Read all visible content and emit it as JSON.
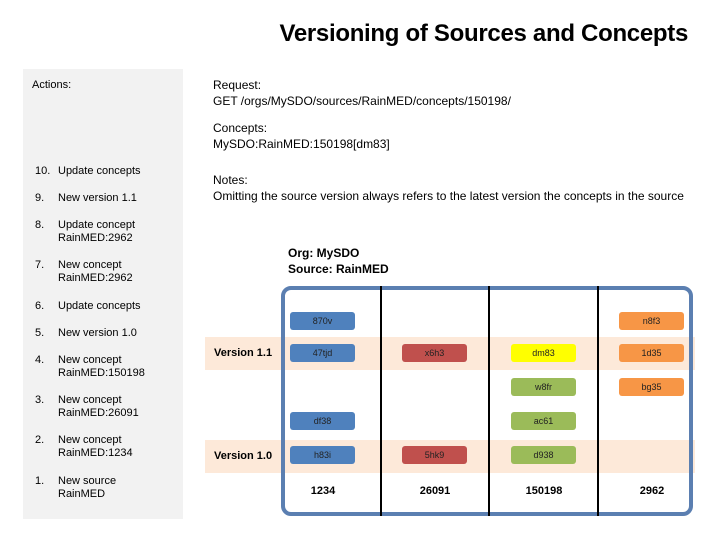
{
  "title": "Versioning of Sources and Concepts",
  "actions": {
    "label": "Actions:",
    "items": [
      {
        "num": "10.",
        "line1": "Update concepts",
        "line2": ""
      },
      {
        "num": "9.",
        "line1": "New version 1.1",
        "line2": ""
      },
      {
        "num": "8.",
        "line1": "Update concept",
        "line2": "RainMED:2962"
      },
      {
        "num": "7.",
        "line1": "New concept",
        "line2": "RainMED:2962"
      },
      {
        "num": "6.",
        "line1": "Update concepts",
        "line2": ""
      },
      {
        "num": "5.",
        "line1": "New version 1.0",
        "line2": ""
      },
      {
        "num": "4.",
        "line1": "New concept",
        "line2": "RainMED:150198"
      },
      {
        "num": "3.",
        "line1": "New concept",
        "line2": "RainMED:26091"
      },
      {
        "num": "2.",
        "line1": "New concept",
        "line2": "RainMED:1234"
      },
      {
        "num": "1.",
        "line1": "New source",
        "line2": "RainMED"
      }
    ]
  },
  "request": {
    "label": "Request:",
    "value": "GET /orgs/MySDO/sources/RainMED/concepts/150198/"
  },
  "concepts": {
    "label": "Concepts:",
    "value": "MySDO:RainMED:150198[dm83]"
  },
  "notes": {
    "label": "Notes:",
    "value": "Omitting the source version always refers to the latest version the concepts in the source"
  },
  "org": {
    "org_line": "Org: MySDO",
    "source_line": "Source: RainMED"
  },
  "versions": [
    {
      "label": "Version 1.1"
    },
    {
      "label": "Version 1.0"
    }
  ],
  "concept_ids": [
    "1234",
    "26091",
    "150198",
    "2962"
  ],
  "colors": {
    "frame": "#5b7fb1",
    "band": "#fde9d9",
    "blue": "#4f81bd",
    "red": "#c0504d",
    "yellow": "#ffff00",
    "green": "#9bbb59",
    "orange": "#f79646"
  },
  "concept_versions": {
    "c1234": [
      "870v",
      "47tjd",
      "df38",
      "h83i"
    ],
    "c26091": [
      "x6h3",
      "5hk9"
    ],
    "c150198": [
      "dm83",
      "w8fr",
      "ac61",
      "d938"
    ],
    "c2962": [
      "n8f3",
      "1d35",
      "bg35"
    ]
  }
}
